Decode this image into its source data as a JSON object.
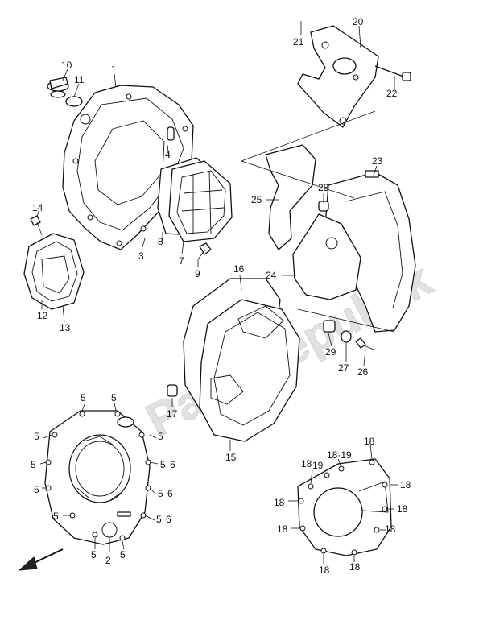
{
  "watermark": "PartsRepublik",
  "callouts": [
    {
      "id": "c1",
      "text": "1"
    },
    {
      "id": "c2",
      "text": "2"
    },
    {
      "id": "c3",
      "text": "3"
    },
    {
      "id": "c4",
      "text": "4"
    },
    {
      "id": "c5a",
      "text": "5"
    },
    {
      "id": "c5b",
      "text": "5"
    },
    {
      "id": "c5c",
      "text": "5"
    },
    {
      "id": "c5d",
      "text": "5"
    },
    {
      "id": "c5e",
      "text": "5"
    },
    {
      "id": "c5f",
      "text": "5"
    },
    {
      "id": "c5g",
      "text": "5"
    },
    {
      "id": "c5h",
      "text": "5"
    },
    {
      "id": "c5i",
      "text": "5"
    },
    {
      "id": "c5j",
      "text": "5"
    },
    {
      "id": "c5k",
      "text": "5"
    },
    {
      "id": "c5l",
      "text": "5"
    },
    {
      "id": "c5m",
      "text": "5"
    },
    {
      "id": "c6a",
      "text": "6"
    },
    {
      "id": "c6b",
      "text": "6"
    },
    {
      "id": "c6c",
      "text": "6"
    },
    {
      "id": "c7",
      "text": "7"
    },
    {
      "id": "c8",
      "text": "8"
    },
    {
      "id": "c9",
      "text": "9"
    },
    {
      "id": "c10",
      "text": "10"
    },
    {
      "id": "c11",
      "text": "11"
    },
    {
      "id": "c12",
      "text": "12"
    },
    {
      "id": "c13",
      "text": "13"
    },
    {
      "id": "c14",
      "text": "14"
    },
    {
      "id": "c15",
      "text": "15"
    },
    {
      "id": "c16",
      "text": "16"
    },
    {
      "id": "c17",
      "text": "17"
    },
    {
      "id": "c18a",
      "text": "18"
    },
    {
      "id": "c18b",
      "text": "18"
    },
    {
      "id": "c18c",
      "text": "18"
    },
    {
      "id": "c18d",
      "text": "18"
    },
    {
      "id": "c18e",
      "text": "18"
    },
    {
      "id": "c18f",
      "text": "18"
    },
    {
      "id": "c18g",
      "text": "18"
    },
    {
      "id": "c18h",
      "text": "18"
    },
    {
      "id": "c18i",
      "text": "18"
    },
    {
      "id": "c18j",
      "text": "18"
    },
    {
      "id": "c18-19a",
      "text": "18·19"
    },
    {
      "id": "c19",
      "text": "19"
    },
    {
      "id": "c20",
      "text": "20"
    },
    {
      "id": "c21",
      "text": "21"
    },
    {
      "id": "c22",
      "text": "22"
    },
    {
      "id": "c23",
      "text": "23"
    },
    {
      "id": "c24",
      "text": "24"
    },
    {
      "id": "c25",
      "text": "25"
    },
    {
      "id": "c26",
      "text": "26"
    },
    {
      "id": "c27",
      "text": "27"
    },
    {
      "id": "c28",
      "text": "28"
    },
    {
      "id": "c29",
      "text": "29"
    }
  ]
}
